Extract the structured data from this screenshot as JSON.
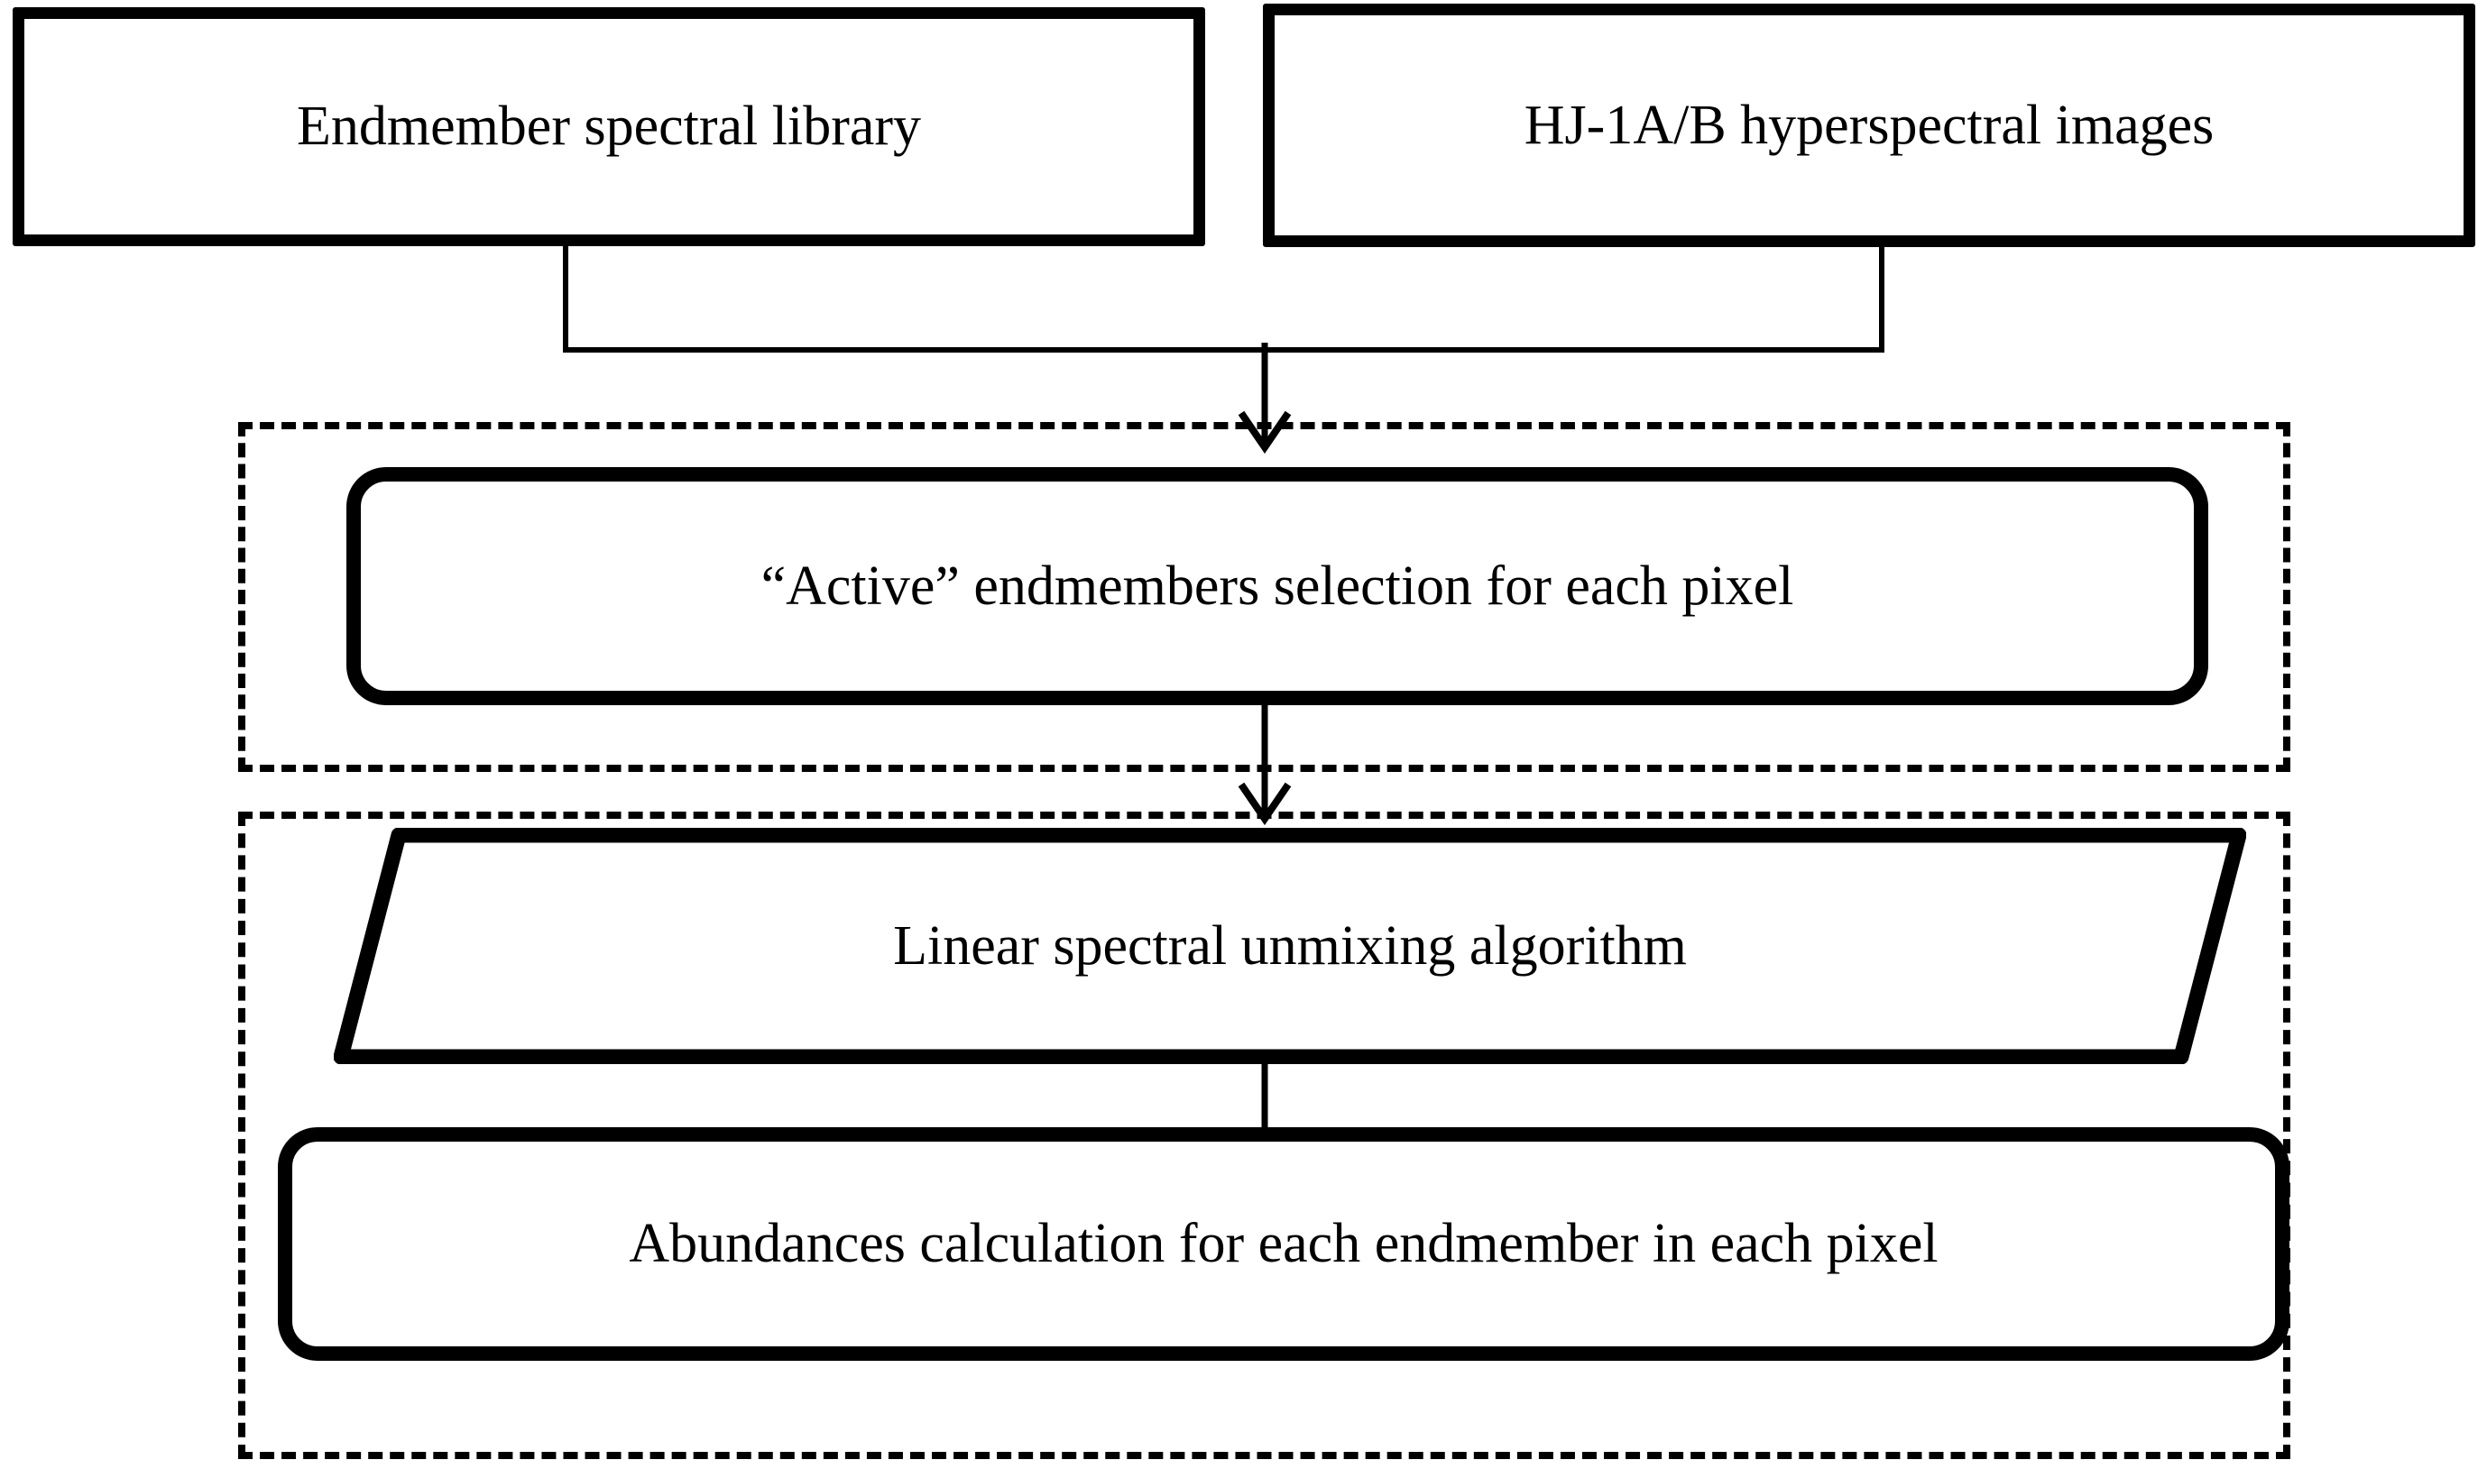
{
  "diagram": {
    "title": "Spectral unmixing workflow flowchart",
    "colors": {
      "stroke": "#000000",
      "fill": "#ffffff",
      "text": "#000000"
    },
    "inputs": [
      {
        "id": "endmember-library",
        "label": "Endmember spectral library",
        "shape": "rectangle"
      },
      {
        "id": "hj-images",
        "label": "HJ-1A/B hyperspectral images",
        "shape": "rectangle"
      }
    ],
    "groups": [
      {
        "id": "selection-group",
        "style": "dashed",
        "nodes": [
          {
            "id": "active-endmembers",
            "label": "“Active” endmembers selection for each pixel",
            "shape": "rounded-rectangle"
          }
        ]
      },
      {
        "id": "unmixing-group",
        "style": "dashed",
        "nodes": [
          {
            "id": "linear-unmixing",
            "label": "Linear spectral unmixing algorithm",
            "shape": "parallelogram"
          },
          {
            "id": "abundances",
            "label": "Abundances calculation for each endmember in each pixel",
            "shape": "rounded-rectangle"
          }
        ]
      }
    ],
    "connectors": [
      {
        "id": "inputs-to-selection",
        "from": "endmember-library, hj-images",
        "to": "active-endmembers",
        "arrow": "down"
      },
      {
        "id": "selection-to-unmixing",
        "from": "active-endmembers",
        "to": "linear-unmixing",
        "arrow": "down"
      },
      {
        "id": "unmixing-to-abundances",
        "from": "linear-unmixing",
        "to": "abundances",
        "arrow": "down"
      }
    ]
  }
}
